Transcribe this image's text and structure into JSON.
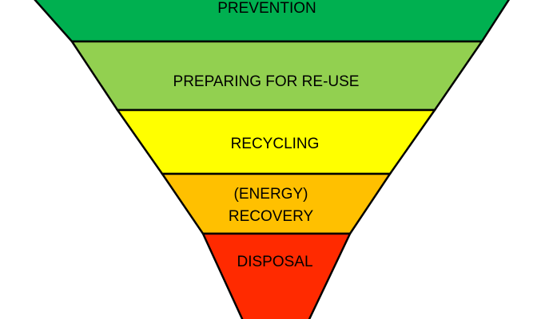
{
  "diagram": {
    "tiers": [
      {
        "lines": [
          "PREVENTION"
        ],
        "color": "#00b050"
      },
      {
        "lines": [
          "PREPARING FOR RE-USE"
        ],
        "color": "#92d050"
      },
      {
        "lines": [
          "RECYCLING"
        ],
        "color": "#ffff00"
      },
      {
        "lines": [
          "(ENERGY)",
          "RECOVERY"
        ],
        "color": "#ffc000"
      },
      {
        "lines": [
          "DISPOSAL"
        ],
        "color": "#ff2a00"
      }
    ],
    "outline_color": "#000000"
  }
}
